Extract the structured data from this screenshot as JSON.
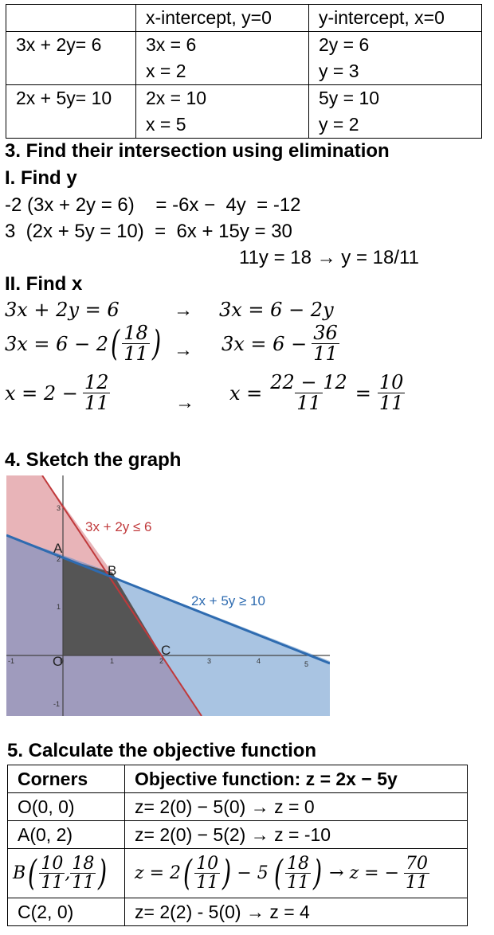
{
  "top_table": {
    "header": [
      "",
      "x-intercept, y=0",
      "y-intercept, x=0"
    ],
    "rows": [
      {
        "equation": "3x + 2y= 6",
        "x_line1": "3x = 6",
        "x_line2": "x = 2",
        "y_line1": "2y = 6",
        "y_line2": "y = 3"
      },
      {
        "equation": "2x + 5y= 10",
        "x_line1": "2x = 10",
        "x_line2": "x = 5",
        "y_line1": "5y = 10",
        "y_line2": "y = 2"
      }
    ]
  },
  "section3": {
    "title": "3. Find their intersection using elimination",
    "sub1": "I. Find y",
    "line1": "-2 (3x + 2y = 6)    = -6x −  4y  = -12",
    "line2": "3  (2x + 5y = 10)  =  6x + 15y = 30",
    "line3": "11y = 18 → y = 18/11",
    "sub2": "II. Find x",
    "eq1_left": "3x + 2y = 6",
    "arrow": "→",
    "eq1_right": "3x = 6 − 2y",
    "eq2_left_pre": "3x = 6 − 2",
    "eq2_left_num": "18",
    "eq2_left_den": "11",
    "eq2_right_pre": "3x = 6 −",
    "eq2_right_num": "36",
    "eq2_right_den": "11",
    "eq3_left_pre": "x = 2 −",
    "eq3_left_num": "12",
    "eq3_left_den": "11",
    "eq3_right_pre": "x =",
    "eq3_right_num1": "22 − 12",
    "eq3_right_den1": "11",
    "eq3_right_eq": "=",
    "eq3_right_num2": "10",
    "eq3_right_den2": "11"
  },
  "section4": {
    "title": "4. Sketch the graph",
    "graph": {
      "ineq1": "3x + 2y ≤ 6",
      "ineq2": "2x + 5y ≥ 10",
      "label_A": "A",
      "label_B": "B",
      "label_C": "C",
      "label_O": "O",
      "x_ticks": [
        "-1",
        "1",
        "2",
        "3",
        "4",
        "5"
      ],
      "y_ticks": [
        "3",
        "2",
        "1",
        "-1"
      ],
      "origin_tick": "0",
      "colors": {
        "red_region": "#e8b4b8",
        "blue_region": "#a9c4e2",
        "overlap": "#9f9bbd",
        "feasible": "#555555",
        "red_line": "#c0393b",
        "blue_line": "#2e6bb0"
      }
    }
  },
  "section5": {
    "title": "5. Calculate the objective function",
    "header_corners": "Corners",
    "header_objective": "Objective function: z = 2x − 5y",
    "rows": [
      {
        "corner": "O(0, 0)",
        "calc": "z= 2(0) − 5(0) → z = 0"
      },
      {
        "corner": "A(0, 2)",
        "calc": "z= 2(0) − 5(2) → z = -10"
      },
      {
        "corner_letter": "B",
        "corner_num1": "10",
        "corner_num2": "18",
        "corner_den": "11",
        "calc_pre": "z = 2",
        "calc_mid": "− 5",
        "calc_num1": "10",
        "calc_num2": "18",
        "calc_den": "11",
        "calc_arrow": "→ z = −",
        "calc_res_num": "70",
        "calc_res_den": "11"
      },
      {
        "corner": "C(2, 0)",
        "calc": "z= 2(2)  - 5(0) → z = 4"
      }
    ]
  }
}
